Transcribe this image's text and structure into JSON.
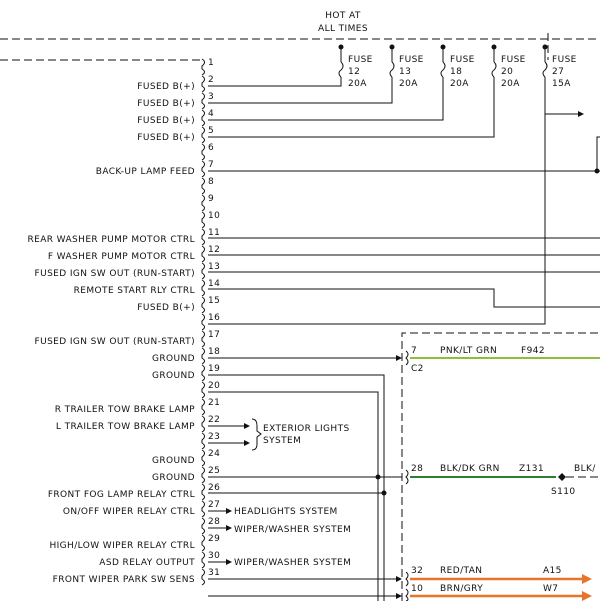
{
  "header": {
    "hot_line1": "HOT AT",
    "hot_line2": "ALL TIMES"
  },
  "fuses": [
    {
      "word": "FUSE",
      "num": "12",
      "amp": "20A"
    },
    {
      "word": "FUSE",
      "num": "13",
      "amp": "20A"
    },
    {
      "word": "FUSE",
      "num": "18",
      "amp": "20A"
    },
    {
      "word": "FUSE",
      "num": "20",
      "amp": "20A"
    },
    {
      "word": "FUSE",
      "num": "27",
      "amp": "15A"
    }
  ],
  "pins": [
    {
      "num": "1",
      "label": ""
    },
    {
      "num": "2",
      "label": "FUSED B(+)"
    },
    {
      "num": "3",
      "label": "FUSED B(+)"
    },
    {
      "num": "4",
      "label": "FUSED B(+)"
    },
    {
      "num": "5",
      "label": "FUSED B(+)"
    },
    {
      "num": "6",
      "label": ""
    },
    {
      "num": "7",
      "label": "BACK-UP LAMP FEED"
    },
    {
      "num": "8",
      "label": ""
    },
    {
      "num": "9",
      "label": ""
    },
    {
      "num": "10",
      "label": ""
    },
    {
      "num": "11",
      "label": "REAR WASHER PUMP MOTOR CTRL"
    },
    {
      "num": "12",
      "label": "F WASHER PUMP MOTOR CTRL"
    },
    {
      "num": "13",
      "label": "FUSED IGN SW OUT (RUN-START)"
    },
    {
      "num": "14",
      "label": "REMOTE START RLY CTRL"
    },
    {
      "num": "15",
      "label": "FUSED B(+)"
    },
    {
      "num": "16",
      "label": ""
    },
    {
      "num": "17",
      "label": "FUSED IGN SW OUT (RUN-START)"
    },
    {
      "num": "18",
      "label": "GROUND"
    },
    {
      "num": "19",
      "label": "GROUND"
    },
    {
      "num": "20",
      "label": ""
    },
    {
      "num": "21",
      "label": "R TRAILER TOW BRAKE LAMP"
    },
    {
      "num": "22",
      "label": "L TRAILER TOW BRAKE LAMP"
    },
    {
      "num": "23",
      "label": ""
    },
    {
      "num": "24",
      "label": "GROUND"
    },
    {
      "num": "25",
      "label": "GROUND"
    },
    {
      "num": "26",
      "label": "FRONT FOG LAMP RELAY CTRL"
    },
    {
      "num": "27",
      "label": "ON/OFF WIPER RELAY CTRL"
    },
    {
      "num": "28",
      "label": ""
    },
    {
      "num": "29",
      "label": "HIGH/LOW WIPER RELAY CTRL"
    },
    {
      "num": "30",
      "label": "ASD RELAY OUTPUT"
    },
    {
      "num": "31",
      "label": "FRONT WIPER PARK SW SENS"
    }
  ],
  "system_labels": {
    "exterior1": "EXTERIOR LIGHTS",
    "exterior2": "SYSTEM",
    "headlights": "HEADLIGHTS SYSTEM",
    "wiper1": "WIPER/WASHER SYSTEM",
    "wiper2": "WIPER/WASHER SYSTEM"
  },
  "connector_c2": {
    "name": "C2",
    "pins": [
      {
        "num": "7",
        "color": "PNK/LT GRN",
        "circuit": "F942",
        "wire_hex": "#8fbf3a"
      },
      {
        "num": "28",
        "color": "BLK/DK GRN",
        "circuit": "Z131",
        "wire_hex": "#2e7d32"
      },
      {
        "num": "32",
        "color": "RED/TAN",
        "circuit": "A15",
        "wire_hex": "#e8742a"
      },
      {
        "num": "10",
        "color": "BRN/GRY",
        "circuit": "W7",
        "wire_hex": "#e8742a"
      }
    ]
  },
  "splice": {
    "name": "S110",
    "right_label": "BLK/"
  },
  "colors": {
    "ink": "#111111"
  }
}
